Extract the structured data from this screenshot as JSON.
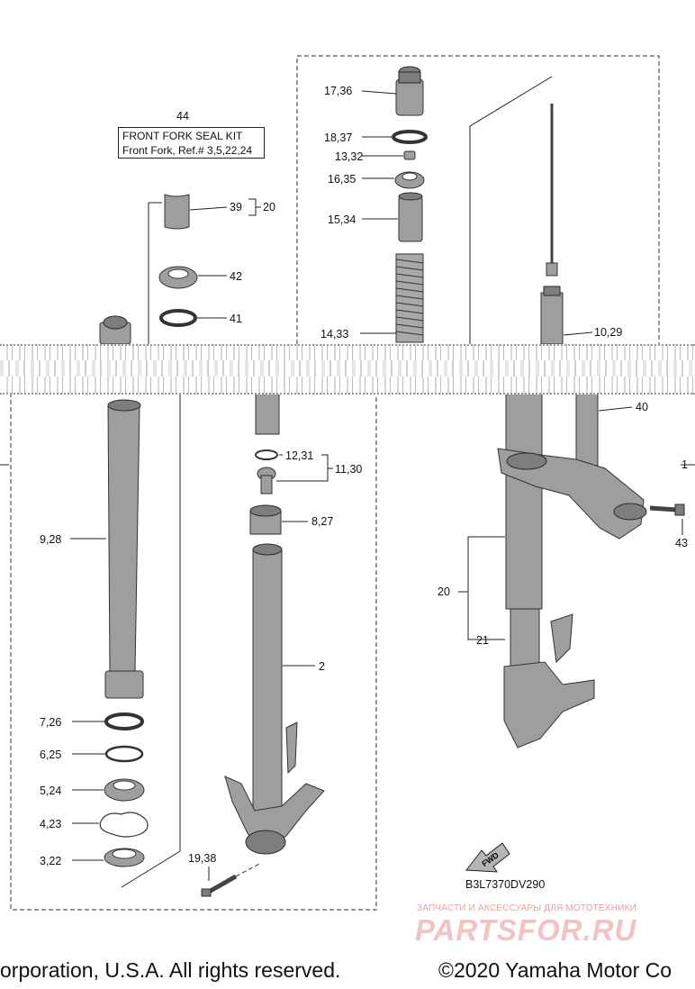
{
  "kit": {
    "number": "44",
    "title": "FRONT FORK SEAL KIT",
    "subtitle": "Front Fork, Ref.# 3,5,22,24"
  },
  "labels": {
    "p17_36": "17,36",
    "p18_37": "18,37",
    "p13_32": "13,32",
    "p16_35": "16,35",
    "p15_34": "15,34",
    "p14_33": "14,33",
    "p10_29": "10,29",
    "p39": "39",
    "p20_bracket": "20",
    "p42": "42",
    "p41": "41",
    "p40": "40",
    "p1": "1",
    "p43": "43",
    "p12_31": "12,31",
    "p11_30": "11,30",
    "p8_27": "8,27",
    "p9_28": "9,28",
    "p2": "2",
    "p20": "20",
    "p21": "21",
    "p7_26": "7,26",
    "p6_25": "6,25",
    "p5_24": "5,24",
    "p4_23": "4,23",
    "p3_22": "3,22",
    "p19_38": "19,38"
  },
  "fwd_label": "FWD",
  "diagram_code": "B3L7370DV290",
  "watermark": {
    "line1": "ЗАПЧАСТИ И АКСЕССУАРЫ ДЛЯ МОТОТЕХНИКИ",
    "line2": "PARTSFOR.RU"
  },
  "footer": {
    "left": "orporation, U.S.A. All rights reserved.",
    "right": "©2020 Yamaha Motor Co"
  },
  "colors": {
    "part_fill": "#9e9e9e",
    "line": "#222222",
    "watermark": "#e8a0a0"
  }
}
